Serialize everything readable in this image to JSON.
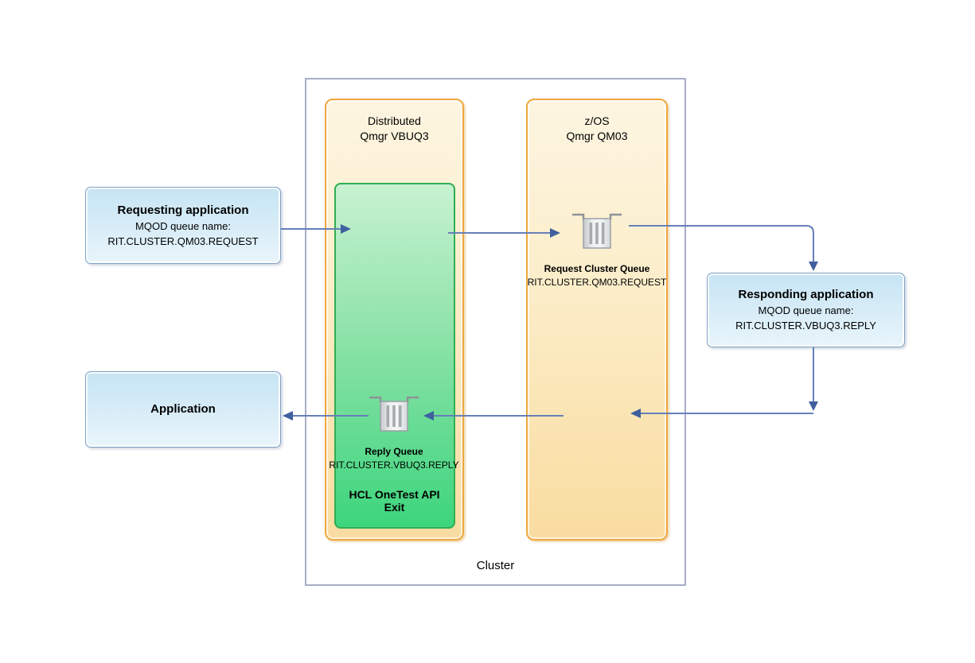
{
  "diagram": {
    "cluster": {
      "label": "Cluster"
    },
    "distributed_qmgr": {
      "line1": "Distributed",
      "line2": "Qmgr VBUQ3"
    },
    "zos_qmgr": {
      "line1": "z/OS",
      "line2": "Qmgr QM03"
    },
    "exit": {
      "line1": "HCL OneTest API",
      "line2": "Exit"
    },
    "request_queue": {
      "icon": "queue-icon",
      "label": "Request Cluster Queue",
      "queue_name": "RIT.CLUSTER.QM03.REQUEST"
    },
    "reply_queue": {
      "icon": "queue-icon",
      "label": "Reply Queue",
      "queue_name": "RIT.CLUSTER.VBUQ3.REPLY"
    },
    "requesting_app": {
      "title": "Requesting application",
      "subtitle": "MQOD queue name:",
      "queue_name": "RIT.CLUSTER.QM03.REQUEST"
    },
    "responding_app": {
      "title": "Responding application",
      "subtitle": "MQOD queue name:",
      "queue_name": "RIT.CLUSTER.VBUQ3.REPLY"
    },
    "application": {
      "title": "Application"
    },
    "colors": {
      "arrow_line": "#6680B8",
      "arrow_head": "#3F5F9E",
      "qmgr_border": "#F0A73E",
      "qmgr_fill_top": "#FDF5E1",
      "qmgr_fill_bottom": "#F9DCA0",
      "exit_border": "#2FAE54",
      "exit_fill_top": "#C8F2D2",
      "exit_fill_bottom": "#3DD57D",
      "app_border": "#7FA1C4",
      "app_fill_top": "#C6E4F4",
      "app_fill_bottom": "#E9F5FB",
      "cluster_border": "#A8ADC8"
    }
  }
}
